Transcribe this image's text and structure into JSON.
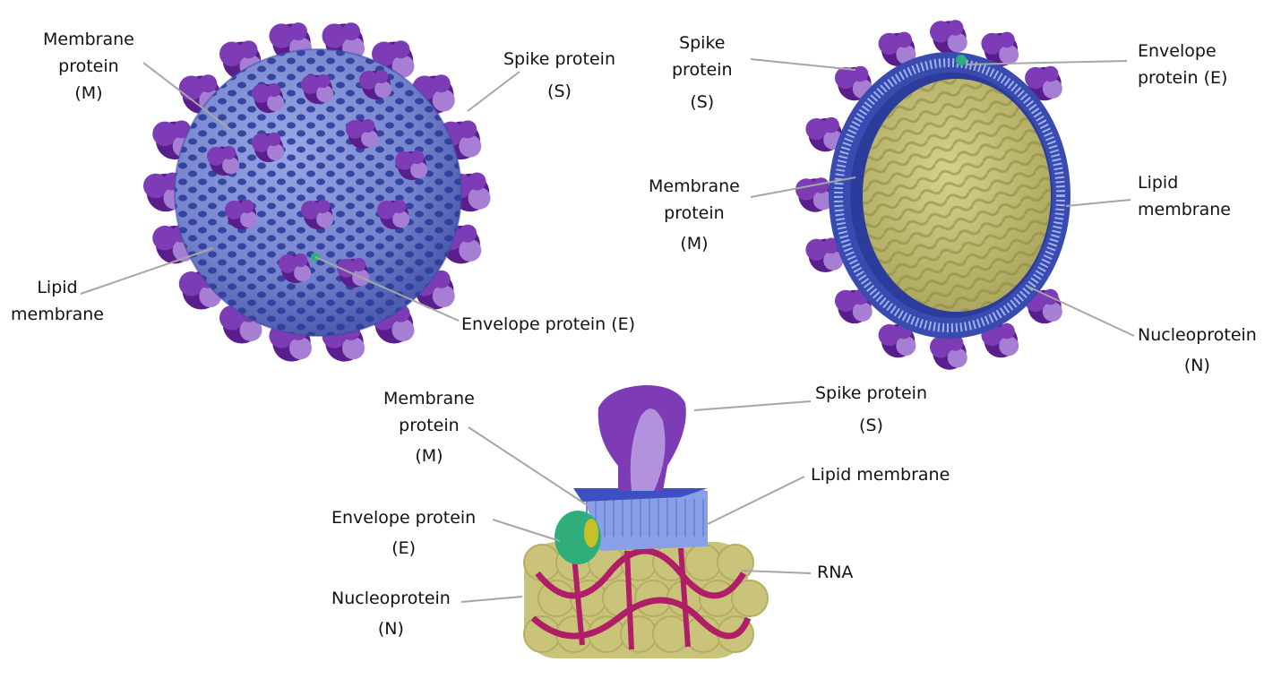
{
  "colors": {
    "spike_dark": "#5a1e8c",
    "spike_mid": "#7d3cb5",
    "spike_light": "#a67fd4",
    "membrane_surface": "#7f8fd6",
    "membrane_dots": "#2c3c9a",
    "lipid_heads": "#8aa0e6",
    "envelope": "#2fae7c",
    "nucleoprotein": "#c9c47a",
    "rna": "#b01e68",
    "leader_line": "#a6a6a6"
  },
  "labels": {
    "top_left": {
      "membrane_protein": [
        "Membrane",
        "protein",
        "(M)"
      ],
      "spike_protein": [
        "Spike protein",
        "(S)"
      ],
      "lipid_membrane": [
        "Lipid",
        "membrane"
      ],
      "envelope_protein": "Envelope protein  (E)"
    },
    "top_right": {
      "spike_protein": [
        "Spike",
        "protein",
        "(S)"
      ],
      "envelope_protein": [
        "Envelope",
        "protein  (E)"
      ],
      "membrane_protein": [
        "Membrane",
        "protein",
        "(M)"
      ],
      "lipid_membrane": [
        "Lipid",
        "membrane"
      ],
      "nucleoprotein": [
        "Nucleoprotein",
        "(N)"
      ]
    },
    "bottom": {
      "membrane_protein": [
        "Membrane",
        "protein",
        "(M)"
      ],
      "spike_protein": [
        "Spike protein",
        "(S)"
      ],
      "lipid_membrane": "Lipid membrane",
      "envelope_protein": [
        "Envelope protein",
        "(E)"
      ],
      "rna": "RNA",
      "nucleoprotein": [
        "Nucleoprotein",
        "(N)"
      ]
    }
  }
}
